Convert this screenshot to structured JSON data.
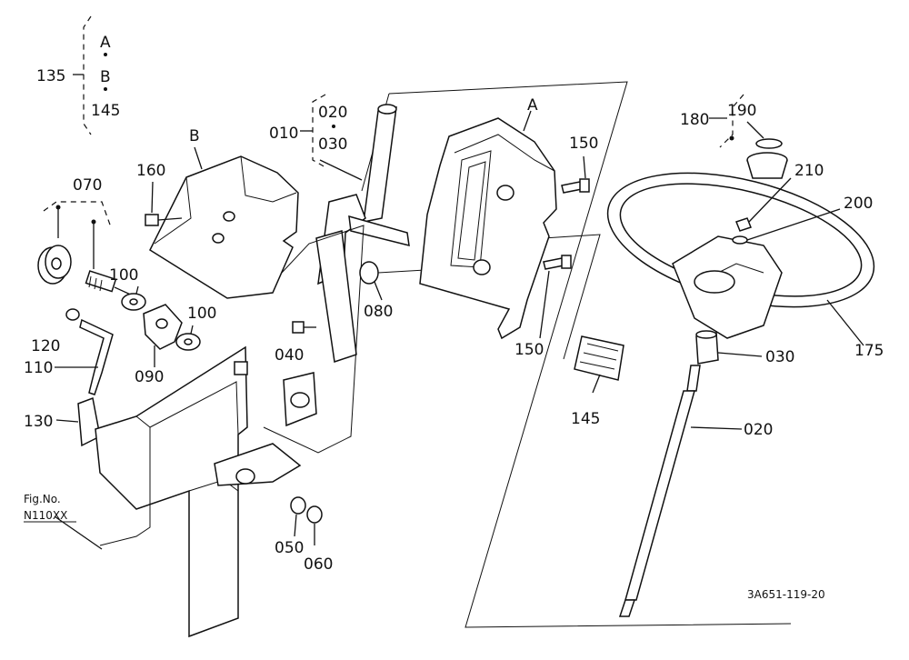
{
  "diagram": {
    "figure_ref_label": "Fig.No.",
    "figure_ref_value": "N110XX",
    "drawing_code": "3A651-119-20",
    "callouts": {
      "c135": "135",
      "cA1": "A",
      "cB1": "B",
      "c145a": "145",
      "cB2": "B",
      "c160": "160",
      "c070": "070",
      "c100a": "100",
      "c100b": "100",
      "c120": "120",
      "c110": "110",
      "c090": "090",
      "c130": "130",
      "c010": "010",
      "c020a": "020",
      "c030a": "030",
      "c080": "080",
      "c040": "040",
      "c050": "050",
      "c060": "060",
      "cA2": "A",
      "c150a": "150",
      "c150b": "150",
      "c145b": "145",
      "c180": "180",
      "c190": "190",
      "c210": "210",
      "c200": "200",
      "c175": "175",
      "c030b": "030",
      "c020b": "020"
    }
  }
}
